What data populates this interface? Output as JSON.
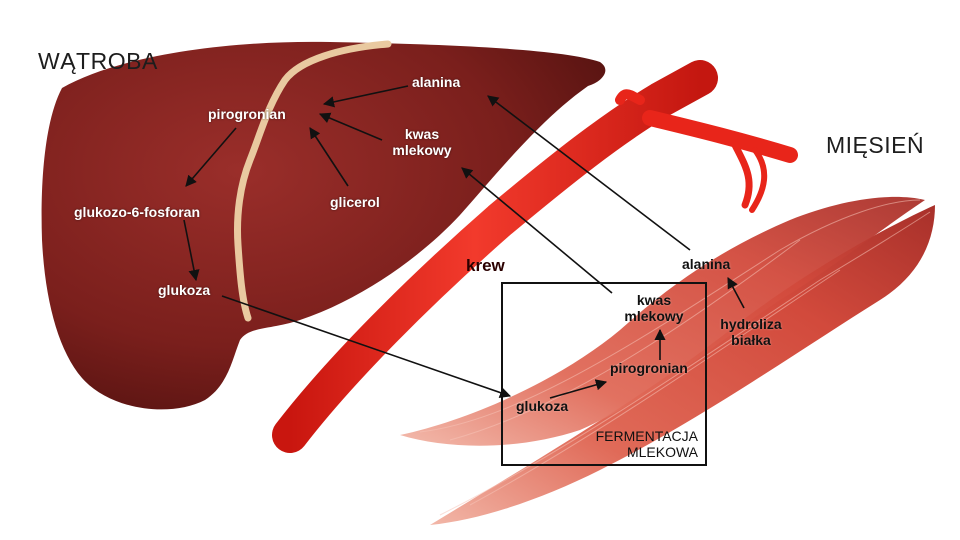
{
  "organs": {
    "liver": "WĄTROBA",
    "muscle": "MIĘSIEŃ"
  },
  "blood": "krew",
  "liver_labels": {
    "alanine": "alanina",
    "lactic_acid": [
      "kwas",
      "mlekowy"
    ],
    "pyruvate": "pirogronian",
    "g6p": "glukozo-6-fosforan",
    "glycerol": "glicerol",
    "glucose": "glukoza"
  },
  "muscle_labels": {
    "alanine": "alanina",
    "lactic_acid": [
      "kwas",
      "mlekowy"
    ],
    "pyruvate": "pirogronian",
    "glucose": "glukoza",
    "protein_hydrolysis": [
      "hydroliza",
      "białka"
    ]
  },
  "box_label": [
    "FERMENTACJA",
    "MLEKOWA"
  ],
  "colors": {
    "liver": "#7a1f1c",
    "liver_dark": "#5a1210",
    "ligament": "#e9c9a0",
    "artery": "#e8251a",
    "muscle": "#d9584a",
    "arrow": "#111111"
  }
}
